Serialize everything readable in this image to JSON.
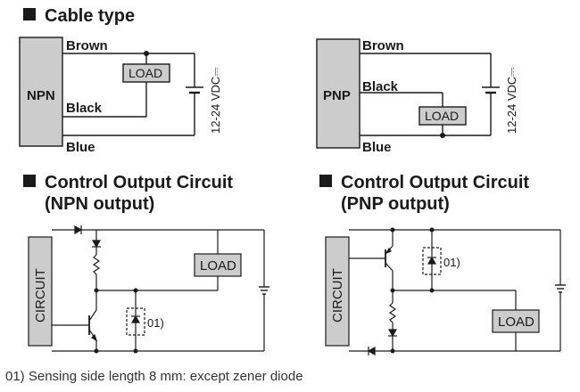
{
  "sections": {
    "cable_type": "Cable type",
    "npn_circuit_title": "Control Output Circuit",
    "npn_circuit_sub": "(NPN output)",
    "pnp_circuit_title": "Control Output Circuit",
    "pnp_circuit_sub": "(PNP output)"
  },
  "cable": {
    "npn_label": "NPN",
    "pnp_label": "PNP",
    "brown": "Brown",
    "black": "Black",
    "blue": "Blue",
    "load": "LOAD",
    "supply": "12-24 VDC⎓"
  },
  "circuit": {
    "circuit_label": "CIRCUIT",
    "load": "LOAD",
    "note_ref": "01)"
  },
  "footnote": "01) Sensing side length 8 mm: except zener diode",
  "colors": {
    "box_fill": "#cccccc",
    "line": "#1a1a1a"
  }
}
